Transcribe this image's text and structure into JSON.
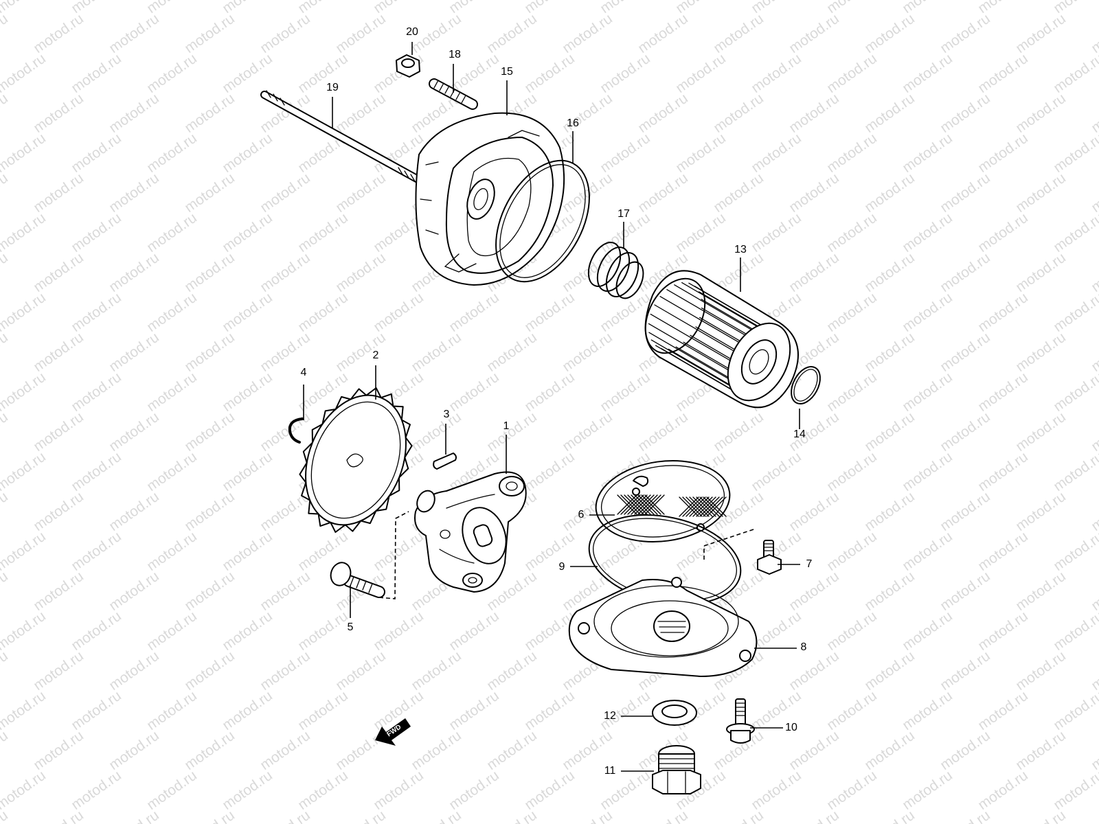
{
  "watermark": "motod.ru",
  "direction_marker": "FWD",
  "callouts": {
    "c1": "1",
    "c2": "2",
    "c3": "3",
    "c4": "4",
    "c5": "5",
    "c6": "6",
    "c7": "7",
    "c8": "8",
    "c9": "9",
    "c10": "10",
    "c11": "11",
    "c12": "12",
    "c13": "13",
    "c14": "14",
    "c15": "15",
    "c16": "16",
    "c17": "17",
    "c18": "18",
    "c19": "19",
    "c20": "20"
  },
  "colors": {
    "line": "#000000",
    "background": "#ffffff",
    "watermark": "#d9d9d9"
  }
}
